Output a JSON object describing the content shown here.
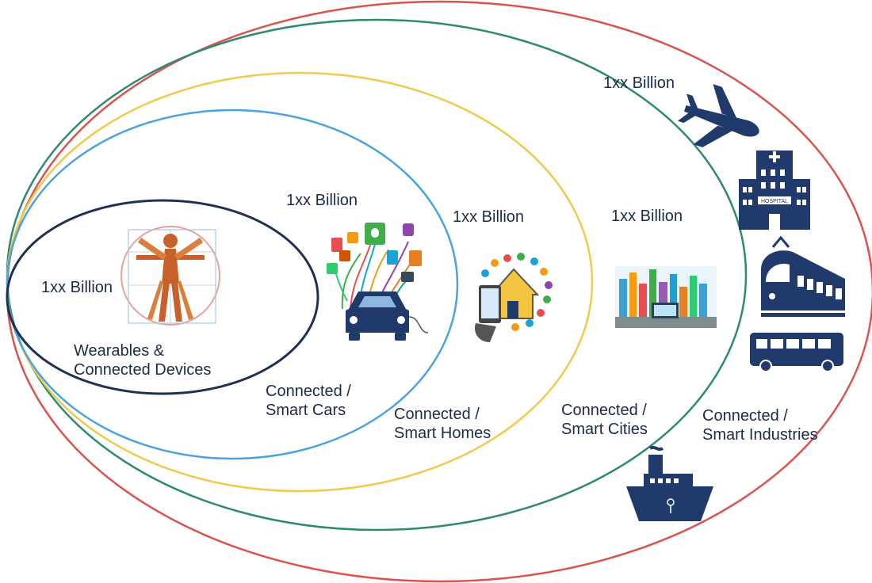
{
  "colors": {
    "wearables_ring": "#1f3150",
    "cars_ring": "#4aa3df",
    "homes_ring": "#f2c94c",
    "cities_ring": "#2e8b6f",
    "industries_ring": "#d9534f",
    "icon_navy": "#1f3a6b",
    "figure_orange": "#c8602a"
  },
  "rings": [
    {
      "id": "wearables",
      "count": "1xx Billion",
      "label_line1": "Wearables &",
      "label_line2": "Connected Devices",
      "illustration": "vitruvian-man-icon"
    },
    {
      "id": "cars",
      "count": "1xx Billion",
      "label_line1": "Connected /",
      "label_line2": "Smart Cars",
      "illustration": "connected-car-icon"
    },
    {
      "id": "homes",
      "count": "1xx Billion",
      "label_line1": "Connected /",
      "label_line2": "Smart Homes",
      "illustration": "smart-home-icon"
    },
    {
      "id": "cities",
      "count": "1xx Billion",
      "label_line1": "Connected /",
      "label_line2": "Smart Cities",
      "illustration": "smart-city-icon"
    },
    {
      "id": "industries",
      "count": "1xx Billion",
      "label_line1": "Connected /",
      "label_line2": "Smart Industries",
      "illustration": "industry-transport-icons"
    }
  ],
  "industry_icons": [
    "airplane-icon",
    "hospital-icon",
    "train-icon",
    "bus-icon",
    "ship-icon"
  ],
  "hospital_sign": "HOSPITAL"
}
